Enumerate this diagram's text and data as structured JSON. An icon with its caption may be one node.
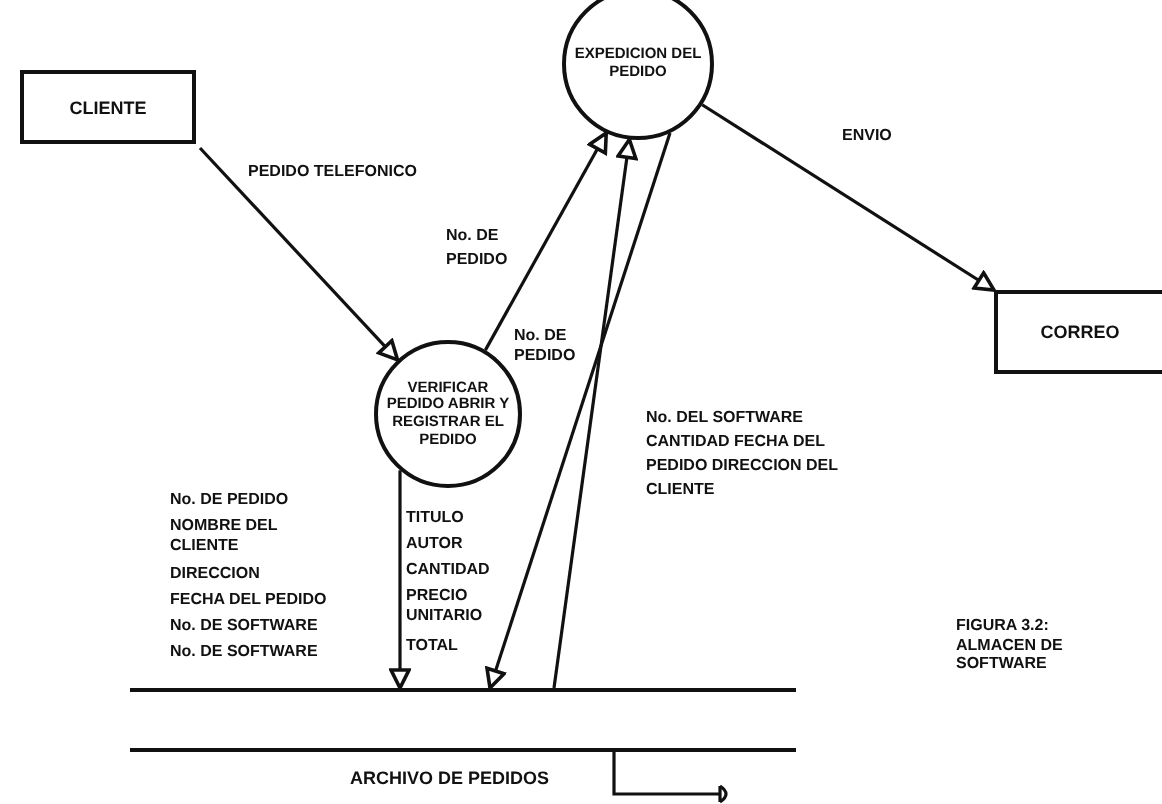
{
  "diagram": {
    "nodes": [
      {
        "text": [
          "CLIENTE"
        ]
      },
      {
        "text": [
          "EXPEDICION DEL PEDIDO"
        ]
      },
      {
        "text": [
          "CORREO"
        ]
      },
      {
        "text": [
          "VERIFICAR PEDIDO ABRIR Y REGISTRAR EL PEDIDO"
        ]
      },
      {
        "text": [
          "ARCHIVO DE PEDIDOS"
        ]
      }
    ],
    "edges": [
      {
        "from": 0,
        "to": 3,
        "arrow": "to",
        "label": "PEDIDO TELEFONICO"
      },
      {
        "from": 3,
        "to": 1,
        "arrow": "to",
        "label": "No. DE PEDIDO"
      },
      {
        "from": 1,
        "to": 2,
        "arrow": "to",
        "label": "ENVIO"
      },
      {
        "from": 3,
        "to": 4,
        "arrow": "to"
      },
      {
        "from": 1,
        "to": 4,
        "arrow": "to"
      },
      {
        "from": 4,
        "to": 1,
        "arrow": "to",
        "label": "No. DEL SOFTWARE CANTIDAD FECHA DEL PEDIDO DIRECCION DEL CLIENTE"
      }
    ],
    "labels": [
      "No. DE PEDIDO",
      "No. DE PEDIDO",
      "NOMBRE DEL CLIENTE",
      "DIRECCION",
      "FECHA DEL PEDIDO",
      "No. DE SOFTWARE",
      "No. DE SOFTWARE",
      "TITULO",
      "AUTOR",
      "CANTIDAD",
      "PRECIO UNITARIO",
      "TOTAL",
      "FIGURA 3.2: ALMACEN DE SOFTWARE"
    ]
  }
}
